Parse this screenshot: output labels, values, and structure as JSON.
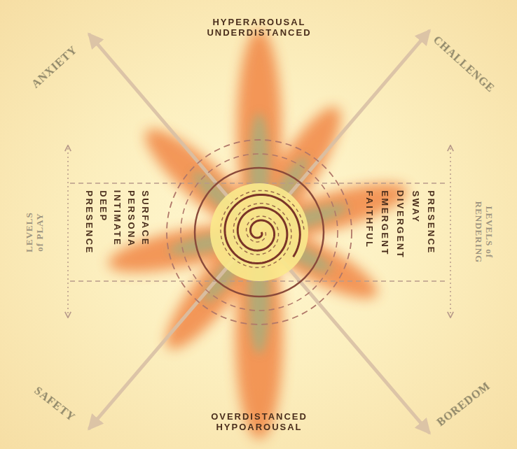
{
  "diagram": {
    "labels": [
      "ANXIETY",
      "HYPERAROUSAL UNDERDISTANCED",
      "CHALLENGE",
      "LEVELS of PLAY",
      "PRESENCE",
      "DEEP",
      "INTIMATE",
      "PERSONA",
      "SURFACE",
      "PRESENCE",
      "SWAY",
      "DIVERGENT",
      "EMERGENT",
      "FAITHFUL",
      "LEVELS of RENDERING",
      "SAFETY",
      "OVERDISTANCED HYPOAROUSAL",
      "BOREDOM"
    ]
  }
}
